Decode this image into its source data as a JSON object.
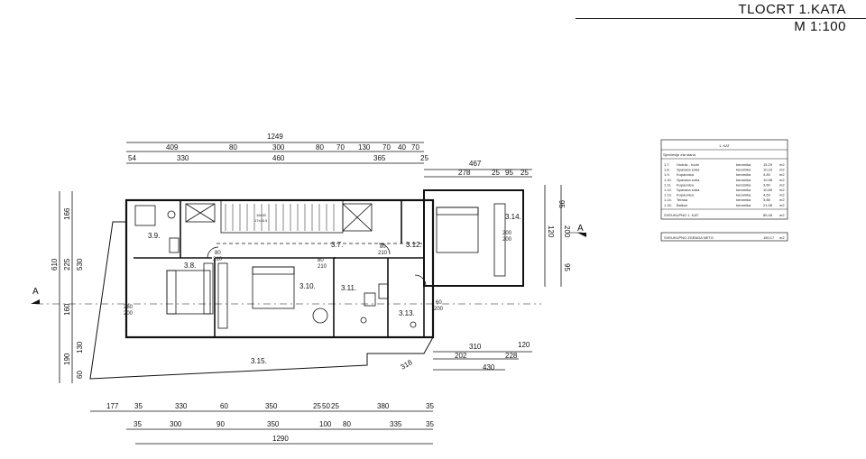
{
  "title": {
    "line1": "TLOCRT 1.KATA",
    "line2": "M 1:100"
  },
  "rooms": [
    {
      "id": "3.7.",
      "label": "3.7."
    },
    {
      "id": "3.8.",
      "label": "3.8."
    },
    {
      "id": "3.9.",
      "label": "3.9."
    },
    {
      "id": "3.10.",
      "label": "3.10."
    },
    {
      "id": "3.11.",
      "label": "3.11."
    },
    {
      "id": "3.12.",
      "label": "3.12."
    },
    {
      "id": "3.13.",
      "label": "3.13."
    },
    {
      "id": "3.14.",
      "label": "3.14."
    },
    {
      "id": "3.15.",
      "label": "3.15."
    }
  ],
  "section_marker": "A",
  "dimensions": {
    "top_total": "1249",
    "top_row1": [
      "409",
      "80",
      "300",
      "80",
      "70",
      "130",
      "70",
      "40",
      "70"
    ],
    "top_row2": [
      "54",
      "330",
      "460",
      "365",
      "25"
    ],
    "top_right": [
      "467",
      "278",
      "25",
      "95",
      "25"
    ],
    "bottom_row1": [
      "177",
      "35",
      "330",
      "60",
      "350",
      "25",
      "50",
      "25",
      "380",
      "35"
    ],
    "bottom_row2": [
      "35",
      "300",
      "90",
      "350",
      "100",
      "80",
      "335",
      "35"
    ],
    "bottom_total": "1290",
    "left_outer": "610",
    "left_inner": [
      "166",
      "225",
      "530",
      "160",
      "130",
      "190",
      "60"
    ],
    "right": [
      "95",
      "200",
      "120",
      "95"
    ],
    "right_bottom": [
      "310",
      "120",
      "202",
      "228",
      "430",
      "318"
    ],
    "door_labels": [
      "80",
      "210",
      "80",
      "210",
      "80",
      "210",
      "200",
      "200",
      "260",
      "200",
      "60",
      "200"
    ],
    "stair_label": "16x30",
    "stair_height": "17x16.5"
  },
  "legend": {
    "header": "1. KAT",
    "subheader": "Sjenčevlje eta stana",
    "rows": [
      {
        "no": "1.7.",
        "name": "Hodnik - hodn",
        "floor": "keramika",
        "area": "15,29",
        "unit": "m2"
      },
      {
        "no": "1.8.",
        "name": "Spavaća soba",
        "floor": "keramika",
        "area": "10,23",
        "unit": "m2"
      },
      {
        "no": "1.9.",
        "name": "Kupaonica",
        "floor": "keramika",
        "area": "4,83",
        "unit": "m2"
      },
      {
        "no": "1.10.",
        "name": "Spavaća soba",
        "floor": "keramika",
        "area": "10,98",
        "unit": "m2"
      },
      {
        "no": "1.11.",
        "name": "Kupaonica",
        "floor": "keramika",
        "area": "3,60",
        "unit": "m2"
      },
      {
        "no": "1.12.",
        "name": "Spavaća soba",
        "floor": "keramika",
        "area": "10,89",
        "unit": "m2"
      },
      {
        "no": "1.13.",
        "name": "Kupaonica",
        "floor": "keramika",
        "area": "4,63",
        "unit": "m2"
      },
      {
        "no": "1.14.",
        "name": "Terasa",
        "floor": "keramika",
        "area": "3,85",
        "unit": "m2"
      },
      {
        "no": "1.15.",
        "name": "Balkon",
        "floor": "keramika",
        "area": "21,08",
        "unit": "m2"
      }
    ],
    "sum_label": "SVEUKUPNO 1. KAT:",
    "sum_value": "85,45",
    "sum_unit": "m2",
    "total_label": "SVEUKUPNO ZGRADA NETO",
    "total_value": "150,17",
    "total_unit": "m2"
  }
}
